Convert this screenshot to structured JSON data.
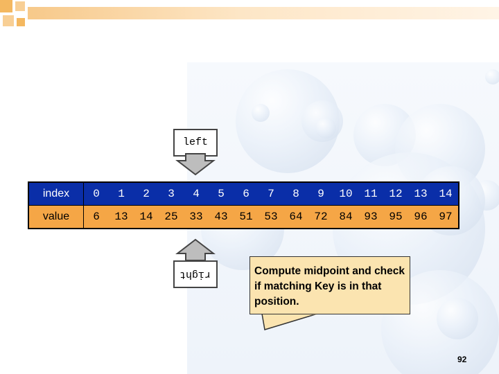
{
  "array": {
    "index_label": "index",
    "value_label": "value",
    "indices": [
      "0",
      "1",
      "2",
      "3",
      "4",
      "5",
      "6",
      "7",
      "8",
      "9",
      "10",
      "11",
      "12",
      "13",
      "14"
    ],
    "values": [
      "6",
      "13",
      "14",
      "25",
      "33",
      "43",
      "51",
      "53",
      "64",
      "72",
      "84",
      "93",
      "95",
      "96",
      "97"
    ]
  },
  "pointers": {
    "left_label": "left",
    "right_label": "right",
    "left_index": 4,
    "right_index": 4
  },
  "callout": {
    "text": "Compute midpoint and check if matching Key is in that position."
  },
  "page_number": "92",
  "colors": {
    "index_row": "#0a2ea8",
    "value_row": "#f5a646",
    "callout": "#fbe4b0",
    "arrow": "#bdbdbd"
  }
}
